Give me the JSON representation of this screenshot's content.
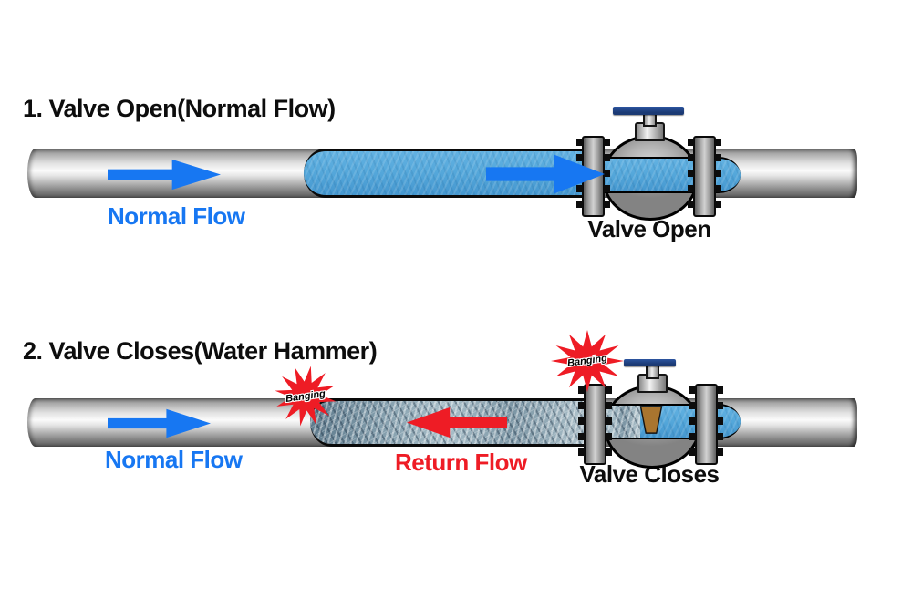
{
  "colors": {
    "flow_blue": "#1777f2",
    "water_blue": "#54a7da",
    "alert_red": "#ee1c25",
    "handle_navy": "#1b3a74",
    "wedge_brown": "#a9752f"
  },
  "sections": [
    {
      "title": "1. Valve Open(Normal Flow)",
      "flow_label": "Normal Flow",
      "valve_label": "Valve Open"
    },
    {
      "title": "2. Valve Closes(Water Hammer)",
      "flow_label": "Normal Flow",
      "return_label": "Return Flow",
      "valve_label": "Valve Closes",
      "banging_pipe_label": "Banging",
      "banging_valve_label": "Banging"
    }
  ]
}
